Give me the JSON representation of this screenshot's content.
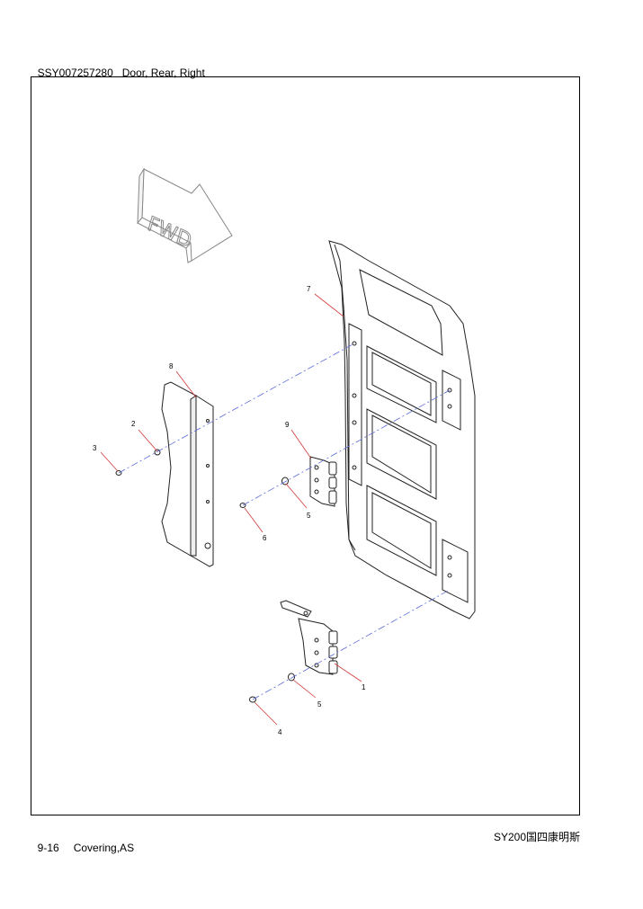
{
  "header": {
    "part_number": "SSY007257280",
    "title": "Door, Rear, Right"
  },
  "footer": {
    "page": "9-16",
    "section": "Covering,AS",
    "model": "SY200国四康明斯"
  },
  "diagram": {
    "fwd_label": "FWD",
    "callouts": [
      "7",
      "8",
      "2",
      "3",
      "9",
      "5",
      "6",
      "1",
      "5",
      "4"
    ]
  }
}
